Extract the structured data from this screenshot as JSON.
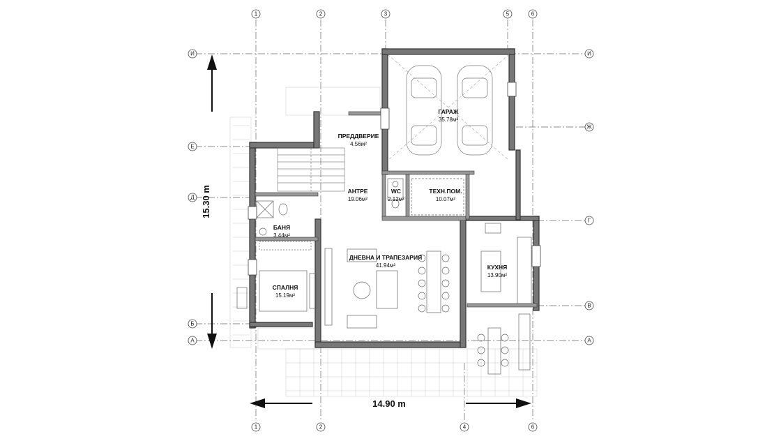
{
  "grid": {
    "columns": [
      "1",
      "2",
      "3",
      "4",
      "5",
      "6"
    ],
    "rows": [
      "И",
      "Ж",
      "Е",
      "Д",
      "Г",
      "В",
      "Б",
      "А"
    ]
  },
  "rooms": {
    "garage": {
      "name": "ГАРАЖ",
      "area": "35.78м²"
    },
    "vestibule": {
      "name": "ПРЕДДВЕРИЕ",
      "area": "4.56м²"
    },
    "hall": {
      "name": "АНТРЕ",
      "area": "19.06м²"
    },
    "wc": {
      "name": "WC",
      "area": "2.12м²"
    },
    "tech": {
      "name": "ТЕХН.ПОМ.",
      "area": "10.07м²"
    },
    "bath": {
      "name": "БАНЯ",
      "area": "3.44м²"
    },
    "living": {
      "name": "ДНЕВНА И ТРАПЕЗАРИЯ",
      "area": "41.94м²"
    },
    "kitchen": {
      "name": "КУХНЯ",
      "area": "13.90м²"
    },
    "bedroom": {
      "name": "СПАЛНЯ",
      "area": "15.19м²"
    }
  },
  "dimensions": {
    "width": "14.90 m",
    "depth": "15.30 m"
  },
  "colors": {
    "wall": "#5a5a5a",
    "line": "#333333",
    "grid": "#555555"
  }
}
